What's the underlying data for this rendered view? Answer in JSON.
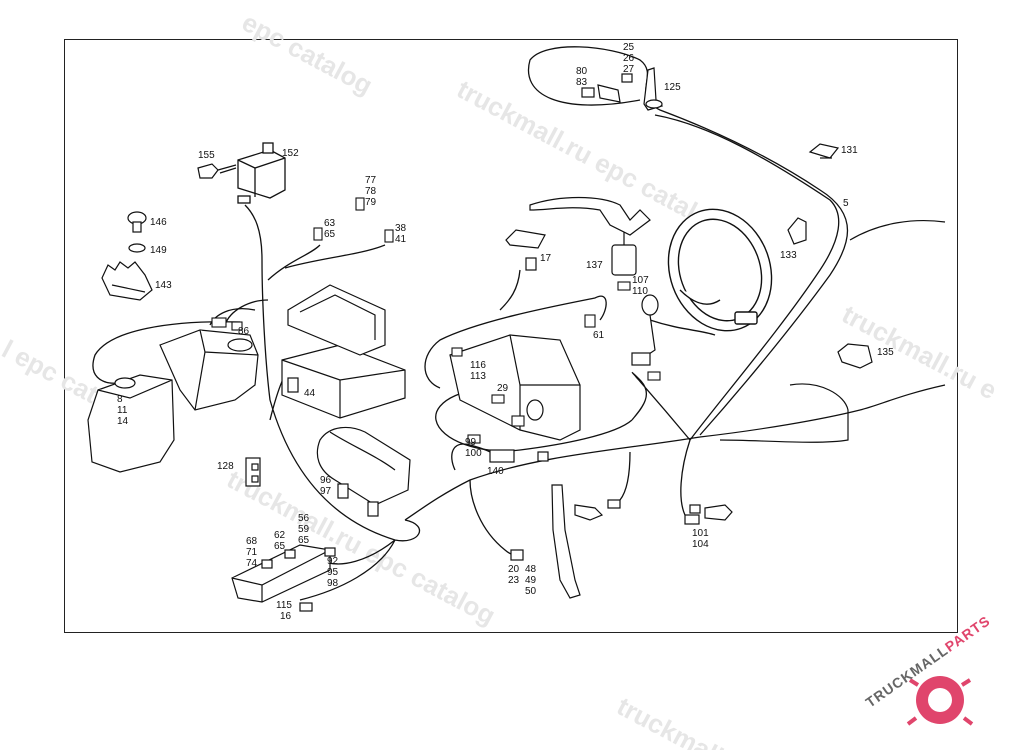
{
  "watermark": {
    "text_catalog": "epc catalog",
    "text_site": "truckmall.ru",
    "text_site_epc": "truckmall.ru epc catalog",
    "text_partial_left": "l epc catalog",
    "text_partial_right": "truckmall.ru e",
    "text_bottom": "truckmall.ru"
  },
  "logo": {
    "word_main": "TRUCKMALL",
    "word_accent": "PARTS",
    "color_main": "#666666",
    "color_accent": "#e0456c"
  },
  "callouts": {
    "c155": "155",
    "c152": "152",
    "c146": "146",
    "c149": "149",
    "c143": "143",
    "c86": "86",
    "c8": "8",
    "c11": "11",
    "c14": "14",
    "c77": "77",
    "c78": "78",
    "c79": "79",
    "c63": "63",
    "c65a": "65",
    "c38": "38",
    "c41": "41",
    "c44": "44",
    "c128": "128",
    "c96": "96",
    "c97": "97",
    "c68": "68",
    "c71": "71",
    "c74": "74",
    "c62": "62",
    "c65b": "65",
    "c56": "56",
    "c59": "59",
    "c65c": "65",
    "c92": "92",
    "c95": "95",
    "c98": "98",
    "c115": "115",
    "c16": "16",
    "c25": "25",
    "c26": "26",
    "c27": "27",
    "c80": "80",
    "c83": "83",
    "c125": "125",
    "c131": "131",
    "c5": "5",
    "c133": "133",
    "c17": "17",
    "c137": "137",
    "c107": "107",
    "c110": "110",
    "c61": "61",
    "c135": "135",
    "c116": "116",
    "c113": "113",
    "c29": "29",
    "c99": "99",
    "c100": "100",
    "c140": "140",
    "c20": "20",
    "c23": "23",
    "c48": "48",
    "c49": "49",
    "c50": "50",
    "c101": "101",
    "c104": "104"
  }
}
